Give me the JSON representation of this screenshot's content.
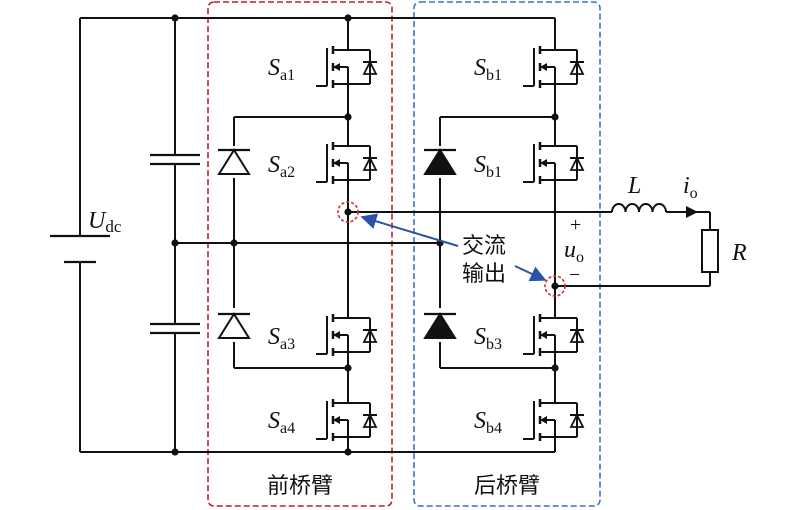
{
  "labels": {
    "udc_main": "U",
    "udc_sub": "dc",
    "sa1_main": "S",
    "sa1_sub": "a1",
    "sa2_main": "S",
    "sa2_sub": "a2",
    "sa3_main": "S",
    "sa3_sub": "a3",
    "sa4_main": "S",
    "sa4_sub": "a4",
    "sb1_main": "S",
    "sb1_sub": "b1",
    "sb2_main": "S",
    "sb2_sub": "b1",
    "sb3_main": "S",
    "sb3_sub": "b3",
    "sb4_main": "S",
    "sb4_sub": "b4",
    "inductor": "L",
    "current_main": "i",
    "current_sub": "o",
    "resistor": "R",
    "voltage_main": "u",
    "voltage_sub": "o",
    "plus": "+",
    "minus": "−",
    "ac_output_line1": "交流",
    "ac_output_line2": "输出",
    "front_leg": "前桥臂",
    "rear_leg": "后桥臂"
  },
  "colors": {
    "wire": "#111111",
    "front_box": "#c0202a",
    "rear_box": "#3a72c4",
    "pointer": "#2a52a8",
    "marker": "#d03030"
  }
}
